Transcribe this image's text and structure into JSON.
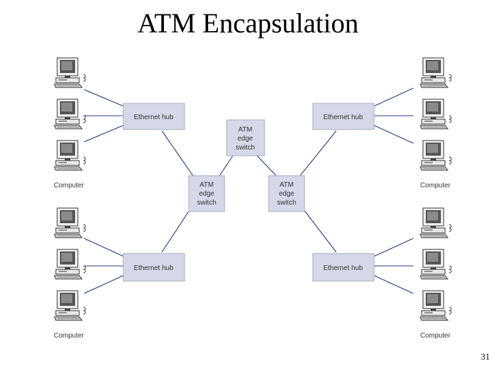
{
  "title": "ATM Encapsulation",
  "page_number": "31",
  "hubs": {
    "top_left": "Ethernet hub",
    "top_right": "Ethernet hub",
    "bottom_left": "Ethernet hub",
    "bottom_right": "Ethernet hub"
  },
  "switches": {
    "center": [
      "ATM",
      "edge",
      "switch"
    ],
    "left": [
      "ATM",
      "edge",
      "switch"
    ],
    "right": [
      "ATM",
      "edge",
      "switch"
    ]
  },
  "computer_caption": "Computer"
}
